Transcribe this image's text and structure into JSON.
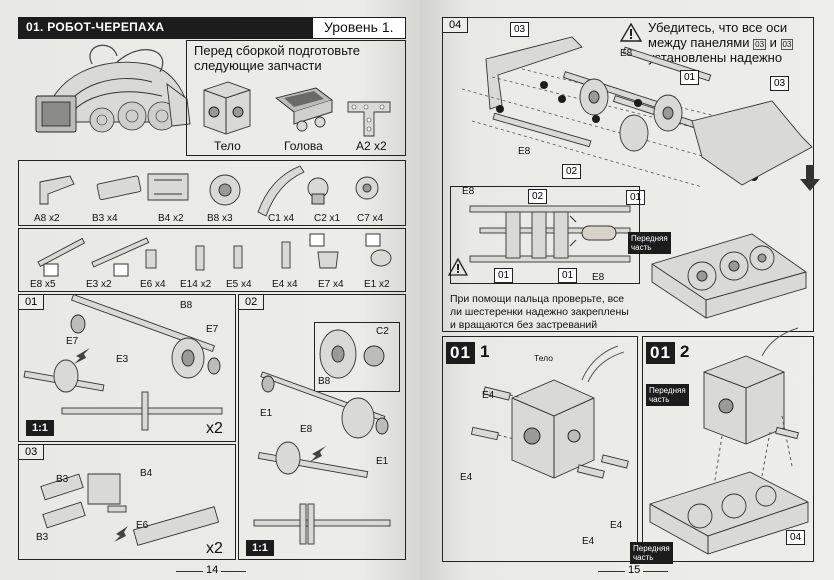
{
  "left_page": {
    "title": "01. РОБОТ-ЧЕРЕПАХА",
    "level": "Уровень 1.",
    "intro_text_line1": "Перед сборкой подготовьте",
    "intro_text_line2": "следующие запчасти",
    "prep_parts": [
      {
        "label": "Тело"
      },
      {
        "label": "Голова"
      },
      {
        "label": "A2 x2"
      }
    ],
    "parts_row1": [
      "A8 x2",
      "B3 x4",
      "B4 x2",
      "B8 x3",
      "C1 x4",
      "C2 x1",
      "C7 x4"
    ],
    "parts_row2": [
      "E8 x5",
      "E3 x2",
      "E6 x4",
      "E14 x2",
      "E5 x4",
      "E4 x4",
      "E7 x4",
      "E1 x2"
    ],
    "step01": {
      "number": "01",
      "labels": [
        "E7",
        "E3",
        "B8",
        "E7"
      ],
      "scale": "1:1",
      "multiplier": "x2"
    },
    "step02": {
      "number": "02",
      "labels": [
        "C2",
        "B8",
        "E1",
        "E8",
        "E1"
      ],
      "scale": "1:1"
    },
    "step03": {
      "number": "03",
      "labels": [
        "B3",
        "B4",
        "E6",
        "B3"
      ],
      "multiplier": "x2"
    },
    "page_number": "14"
  },
  "right_page": {
    "step04": {
      "number": "04",
      "warning_line1": "Убедитесь, что все оси",
      "warning_line2a": "между панелями",
      "warning_ref1": "03",
      "warning_and": "и",
      "warning_ref2": "03",
      "warning_line3": "установлены надежно",
      "labels": [
        "03",
        "E8",
        "01",
        "03",
        "E8",
        "02",
        "01"
      ]
    },
    "check": {
      "labels": [
        "E8",
        "02",
        "01",
        "01",
        "E8"
      ],
      "front_label_line1": "Передняя",
      "front_label_line2": "часть",
      "text_line1": "При помощи пальца проверьте, все",
      "text_line2": "ли шестеренки надежно закреплены",
      "text_line3": "и вращаются без застреваний"
    },
    "step01_1": {
      "big": "01",
      "sub": "1",
      "labels": [
        "Тело",
        "E4",
        "E4",
        "E4",
        "E4"
      ]
    },
    "step01_2": {
      "big": "01",
      "sub": "2",
      "front_top_line1": "Передняя",
      "front_top_line2": "часть",
      "front_bottom_line1": "Передняя",
      "front_bottom_line2": "часть",
      "box_label": "04"
    },
    "page_number": "15"
  }
}
